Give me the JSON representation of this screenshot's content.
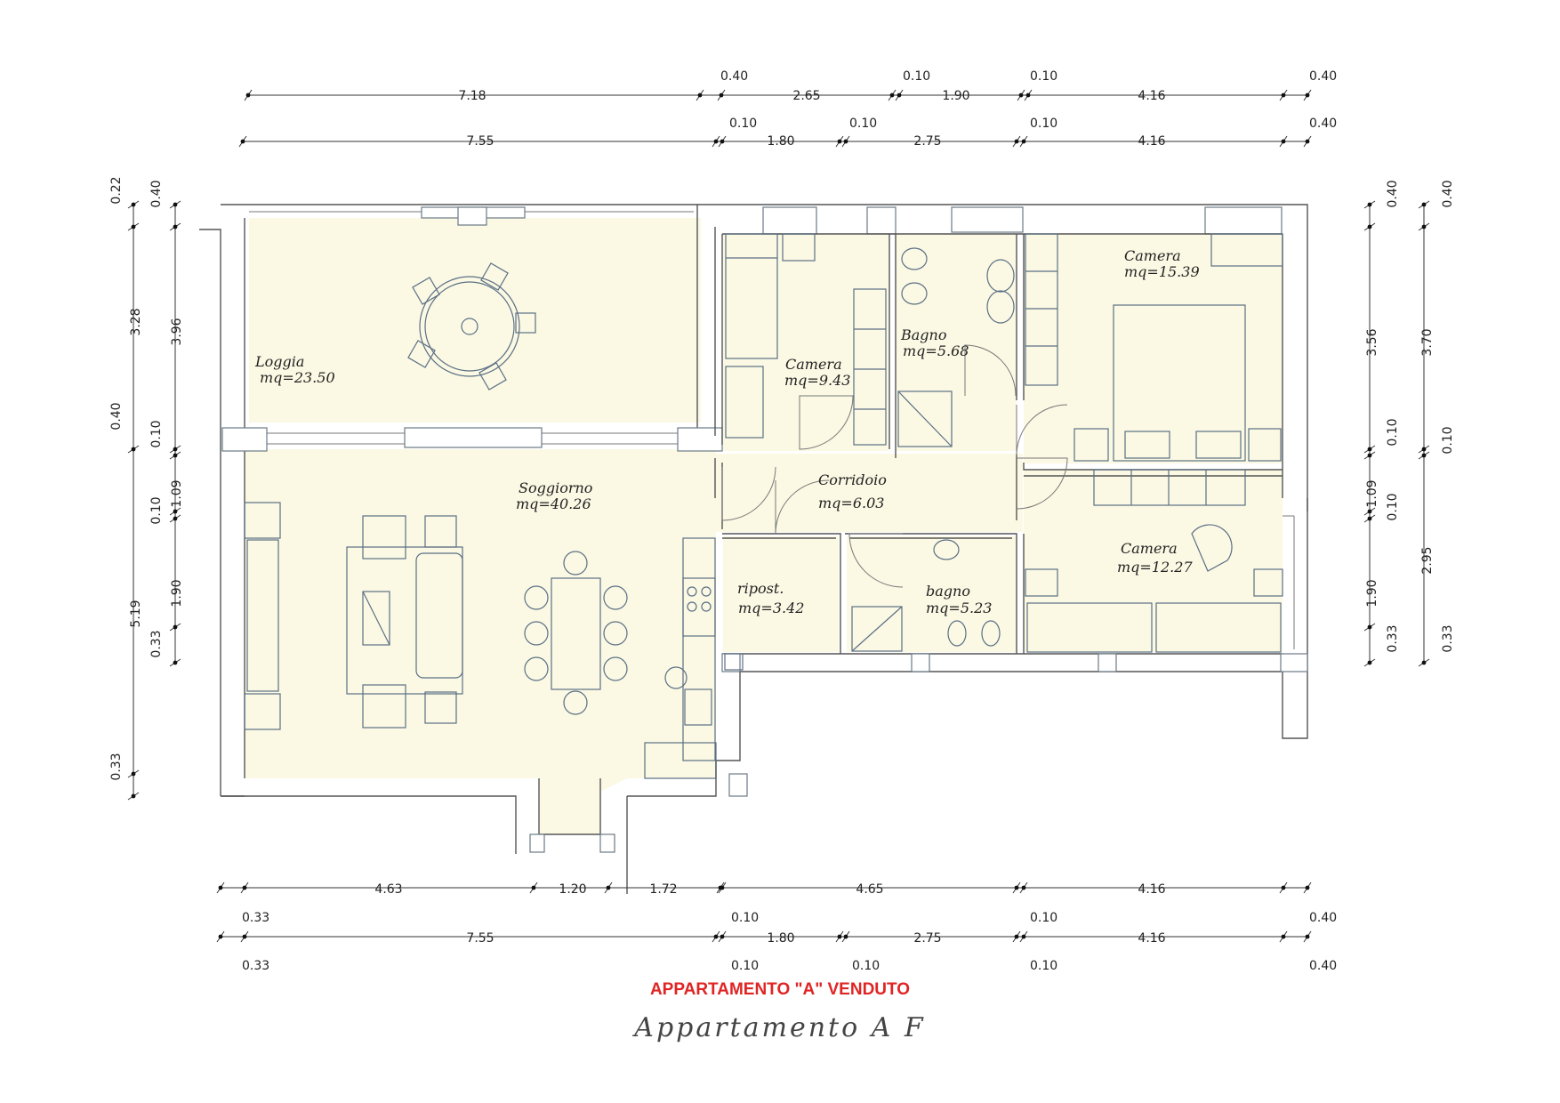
{
  "status_label": "APPARTAMENTO \"A\" VENDUTO",
  "status_color": "#e02424",
  "caption": "Appartamento A F",
  "floor_color": "#fbf9e4",
  "rooms": [
    {
      "name": "Loggia",
      "area": "mq=23.50"
    },
    {
      "name": "Camera",
      "area": "mq=9.43"
    },
    {
      "name": "Bagno",
      "area": "mq=5.68"
    },
    {
      "name": "Camera",
      "area": "mq=15.39"
    },
    {
      "name": "Soggiorno",
      "area": "mq=40.26"
    },
    {
      "name": "Corridoio",
      "area": "mq=6.03"
    },
    {
      "name": "ripost.",
      "area": "mq=3.42"
    },
    {
      "name": "bagno",
      "area": "mq=5.23"
    },
    {
      "name": "Camera",
      "area": "mq=12.27"
    }
  ],
  "dimensions": {
    "top_row1": [
      "7.18",
      "0.40",
      "2.65",
      "0.10",
      "1.90",
      "0.10",
      "4.16",
      "0.40"
    ],
    "top_row2": [
      "7.55",
      "0.10",
      "1.80",
      "0.10",
      "2.75",
      "0.10",
      "4.16",
      "0.40"
    ],
    "left_outer": [
      "0.22",
      "3.28",
      "0.40",
      "5.19",
      "0.33"
    ],
    "left_inner": [
      "0.40",
      "3.96",
      "0.10",
      "0.10",
      "1.09",
      "1.90",
      "0.33"
    ],
    "right_inner": [
      "0.40",
      "3.56",
      "0.10",
      "1.09",
      "0.10",
      "1.90",
      "0.33"
    ],
    "right_outer": [
      "0.40",
      "3.70",
      "0.10",
      "2.95",
      "0.33"
    ],
    "bottom_row1": [
      "0.33",
      "4.63",
      "1.20",
      "1.72",
      "0.10",
      "4.65",
      "0.10",
      "4.16",
      "0.40"
    ],
    "bottom_row2": [
      "0.33",
      "7.55",
      "0.10",
      "1.80",
      "0.10",
      "2.75",
      "0.10",
      "4.16",
      "0.40"
    ]
  }
}
